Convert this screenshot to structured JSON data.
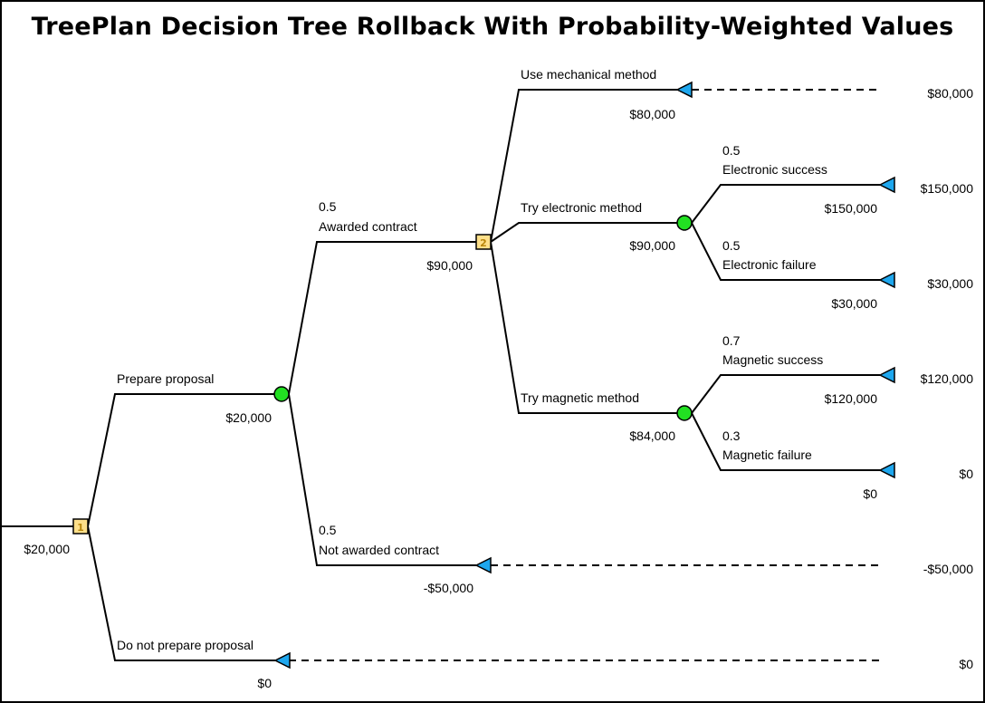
{
  "title": "TreePlan Decision Tree Rollback With Probability-Weighted Values",
  "colors": {
    "decision_fill": "#ffe08a",
    "chance_fill": "#22e022",
    "terminal_fill": "#1ea7ee",
    "line": "#000000"
  },
  "decision_nodes": [
    {
      "id": "1",
      "badge": "1",
      "value": "$20,000"
    },
    {
      "id": "2",
      "badge": "2",
      "value": "$90,000"
    }
  ],
  "chance_nodes": [
    {
      "id": "proposal",
      "value": "$20,000"
    },
    {
      "id": "electronic",
      "value": "$90,000"
    },
    {
      "id": "magnetic",
      "value": "$84,000"
    }
  ],
  "branches": [
    {
      "id": "prepare",
      "label": "Prepare proposal",
      "prob": ""
    },
    {
      "id": "noprepare",
      "label": "Do not prepare proposal",
      "prob": ""
    },
    {
      "id": "awarded",
      "label": "Awarded contract",
      "prob": "0.5"
    },
    {
      "id": "notawarded",
      "label": "Not awarded contract",
      "prob": "0.5"
    },
    {
      "id": "mech",
      "label": "Use mechanical method",
      "prob": ""
    },
    {
      "id": "elec",
      "label": "Try electronic method",
      "prob": ""
    },
    {
      "id": "mag",
      "label": "Try magnetic method",
      "prob": ""
    },
    {
      "id": "esucc",
      "label": "Electronic success",
      "prob": "0.5"
    },
    {
      "id": "efail",
      "label": "Electronic failure",
      "prob": "0.5"
    },
    {
      "id": "msucc",
      "label": "Magnetic success",
      "prob": "0.7"
    },
    {
      "id": "mfail",
      "label": "Magnetic failure",
      "prob": "0.3"
    }
  ],
  "terminals": [
    {
      "id": "mech",
      "value": "$80,000",
      "payoff": "$80,000"
    },
    {
      "id": "esucc",
      "value": "$150,000",
      "payoff": "$150,000"
    },
    {
      "id": "efail",
      "value": "$30,000",
      "payoff": "$30,000"
    },
    {
      "id": "msucc",
      "value": "$120,000",
      "payoff": "$120,000"
    },
    {
      "id": "mfail",
      "value": "$0",
      "payoff": "$0"
    },
    {
      "id": "notawarded",
      "value": "-$50,000",
      "payoff": "-$50,000"
    },
    {
      "id": "noprepare",
      "value": "$0",
      "payoff": "$0"
    }
  ]
}
